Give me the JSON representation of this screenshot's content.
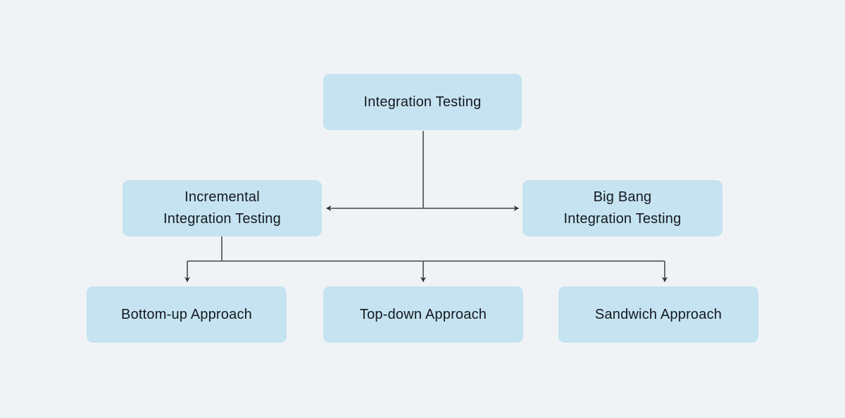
{
  "diagram": {
    "title": "Integration Testing flowchart",
    "colors": {
      "background": "#f0f3f6",
      "node_fill": "#c5e3f1",
      "node_text": "#15191e",
      "connector": "#5a5e63"
    },
    "nodes": {
      "root": {
        "label": "Integration Testing"
      },
      "incremental": {
        "label": "Incremental\nIntegration Testing"
      },
      "bigbang": {
        "label": "Big Bang\nIntegration Testing"
      },
      "bottomup": {
        "label": "Bottom-up Approach"
      },
      "topdown": {
        "label": "Top-down Approach"
      },
      "sandwich": {
        "label": "Sandwich Approach"
      }
    },
    "edges": [
      {
        "from": "root",
        "to": "incremental",
        "arrow": true
      },
      {
        "from": "root",
        "to": "bigbang",
        "arrow": true
      },
      {
        "from": "incremental",
        "to": "bottomup",
        "arrow": true
      },
      {
        "from": "incremental",
        "to": "topdown",
        "arrow": true
      },
      {
        "from": "incremental",
        "to": "sandwich",
        "arrow": true
      }
    ]
  }
}
